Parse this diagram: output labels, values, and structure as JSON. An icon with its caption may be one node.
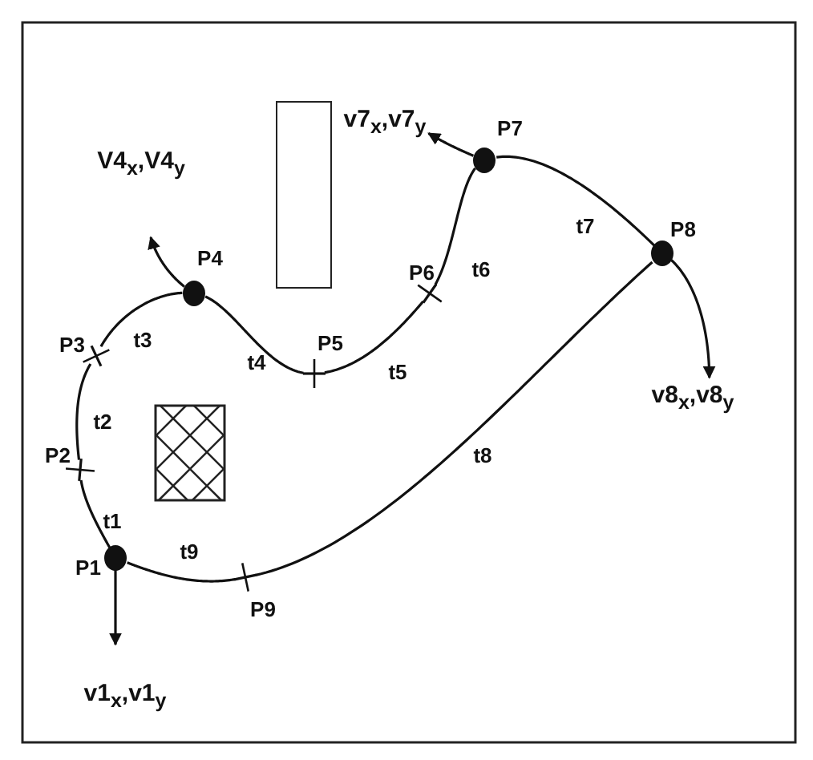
{
  "diagram": {
    "nodes": [
      {
        "text": [],
        "shape": "circle",
        "beside": [
          "P1"
        ]
      },
      {
        "text": [],
        "shape": "bar",
        "beside": [
          "P2"
        ]
      },
      {
        "text": [],
        "shape": "bar",
        "beside": [
          "P3"
        ]
      },
      {
        "text": [],
        "shape": "circle",
        "beside": [
          "P4"
        ]
      },
      {
        "text": [],
        "shape": "bar",
        "beside": [
          "P5"
        ]
      },
      {
        "text": [],
        "shape": "bar",
        "beside": [
          "P6"
        ]
      },
      {
        "text": [],
        "shape": "circle",
        "beside": [
          "P7"
        ]
      },
      {
        "text": [],
        "shape": "circle",
        "beside": [
          "P8"
        ]
      },
      {
        "text": [],
        "shape": "bar",
        "beside": [
          "P9"
        ]
      },
      {
        "text": [
          "v7$_{x}$,v7$_{y}$"
        ]
      },
      {
        "text": [
          "v8$_{x}$,v8$_{y}$"
        ]
      },
      {
        "text": [],
        "shape": "box"
      }
    ],
    "edges": [
      {
        "from": 0,
        "to": 1,
        "arrow": "none",
        "label": "t1"
      },
      {
        "from": 1,
        "to": 2,
        "arrow": "none",
        "label": "t2"
      },
      {
        "from": 2,
        "to": 3,
        "arrow": "none",
        "label": "t3"
      },
      {
        "from": 3,
        "to": 4,
        "arrow": "none",
        "label": "t4"
      },
      {
        "from": 4,
        "to": 5,
        "arrow": "none",
        "label": "t5"
      },
      {
        "from": 5,
        "to": 6,
        "arrow": "none",
        "label": "t6"
      },
      {
        "from": 6,
        "to": 7,
        "arrow": "none",
        "label": "t7"
      },
      {
        "from": 7,
        "to": 8,
        "arrow": "none",
        "label": "t8"
      },
      {
        "from": 8,
        "to": 0,
        "arrow": "none",
        "label": "t9"
      },
      {
        "from": 3,
        "to": null,
        "arrow": "to"
      },
      {
        "from": 6,
        "to": 9,
        "arrow": "to"
      },
      {
        "from": 7,
        "to": 10,
        "arrow": "to"
      },
      {
        "from": 0,
        "to": null,
        "arrow": "to"
      }
    ],
    "labels": [
      "V4$_{x}$,V4$_{y}$",
      "v1$_{x}$,v1$_{y}$"
    ]
  }
}
